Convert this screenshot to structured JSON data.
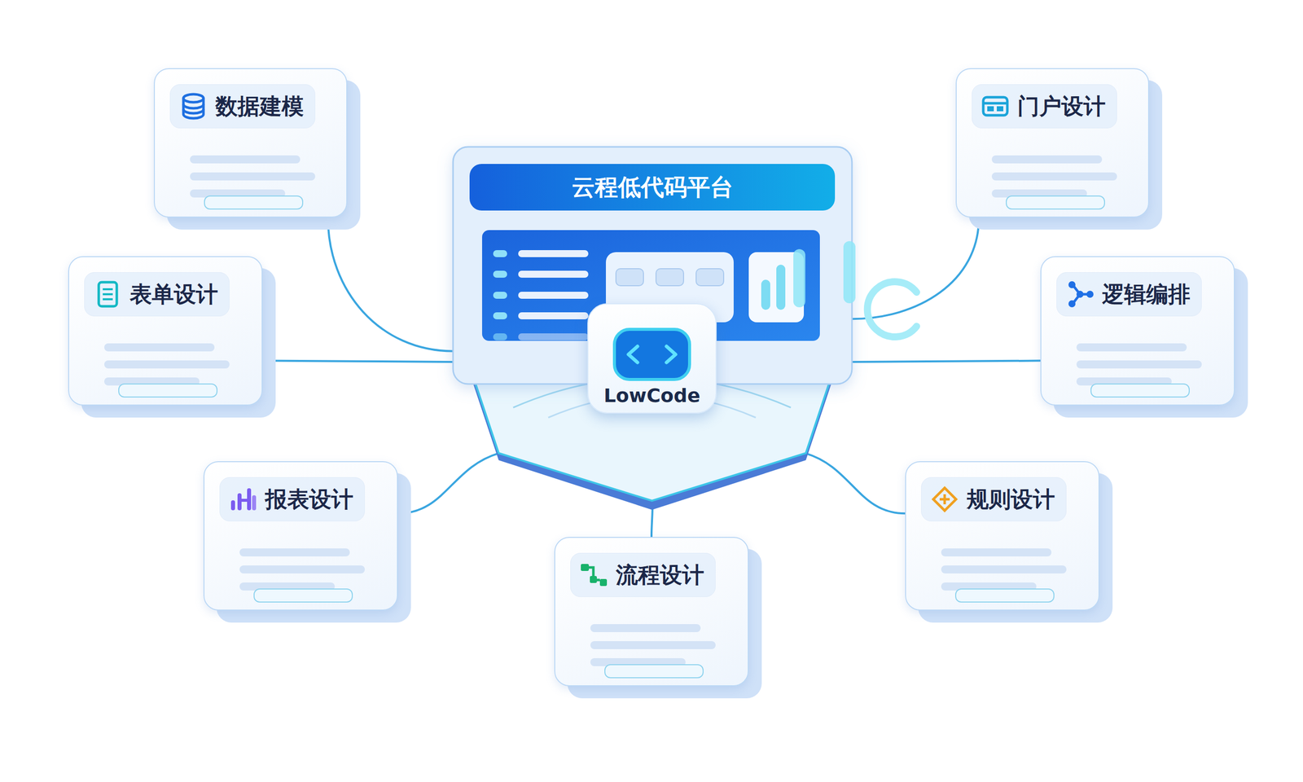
{
  "diagram": {
    "nodes": [
      {
        "text": [
          "云程低代码平台"
        ]
      },
      {
        "text": [
          "LowCode"
        ],
        "in": 0
      },
      {
        "text": [
          "数据建模"
        ]
      },
      {
        "text": [
          "门户设计"
        ]
      },
      {
        "text": [
          "表单设计"
        ]
      },
      {
        "text": [
          "逻辑编排"
        ]
      },
      {
        "text": [
          "报表设计"
        ]
      },
      {
        "text": [
          "规则设计"
        ]
      },
      {
        "text": [
          "流程设计"
        ]
      }
    ],
    "edges": [
      {
        "from": 2,
        "to": 0,
        "arrow": "none"
      },
      {
        "from": 3,
        "to": 0,
        "arrow": "none"
      },
      {
        "from": 4,
        "to": 0,
        "arrow": "none"
      },
      {
        "from": 5,
        "to": 0,
        "arrow": "none"
      },
      {
        "from": 6,
        "to": 0,
        "arrow": "none"
      },
      {
        "from": 7,
        "to": 0,
        "arrow": "none"
      },
      {
        "from": 8,
        "to": 0,
        "arrow": "none"
      }
    ]
  }
}
